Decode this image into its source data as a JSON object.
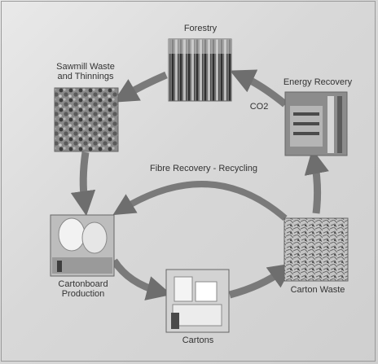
{
  "nodes": {
    "forestry": {
      "label": "Forestry"
    },
    "energy_recovery": {
      "label": "Energy Recovery"
    },
    "sawmill": {
      "label": "Sawmill Waste\nand Thinnings"
    },
    "cartonboard": {
      "label": "Cartonboard\nProduction"
    },
    "cartons": {
      "label": "Cartons"
    },
    "carton_waste": {
      "label": "Carton Waste"
    }
  },
  "edge_labels": {
    "co2": "CO2",
    "fibre_recovery": "Fibre Recovery - Recycling"
  },
  "colors": {
    "arrow": "#7a7a7a",
    "arrow_dark": "#5f5f5f",
    "background": "#dcdcdc"
  }
}
